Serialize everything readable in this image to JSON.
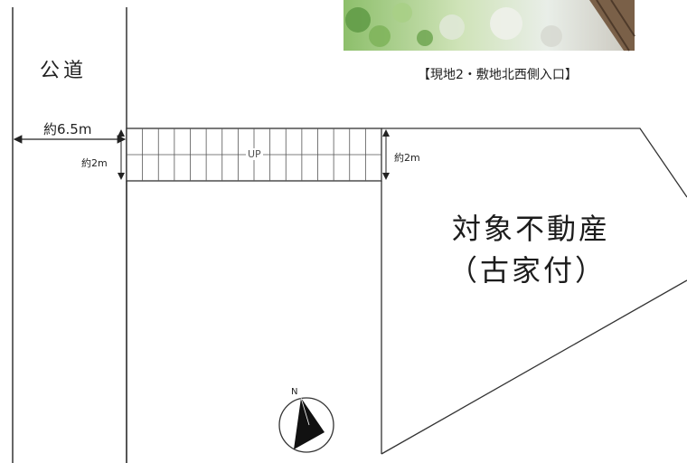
{
  "road": {
    "label": "公道"
  },
  "photo": {
    "caption": "【現地2・敷地北西側入口】"
  },
  "dimensions": {
    "road_width": "約6.5m",
    "stair_depth_left": "約2m",
    "stair_depth_right": "約2m"
  },
  "stairs": {
    "label": "UP"
  },
  "property": {
    "title": "対象不動産",
    "subtitle": "（古家付）"
  },
  "compass": {
    "north_label": "N"
  }
}
